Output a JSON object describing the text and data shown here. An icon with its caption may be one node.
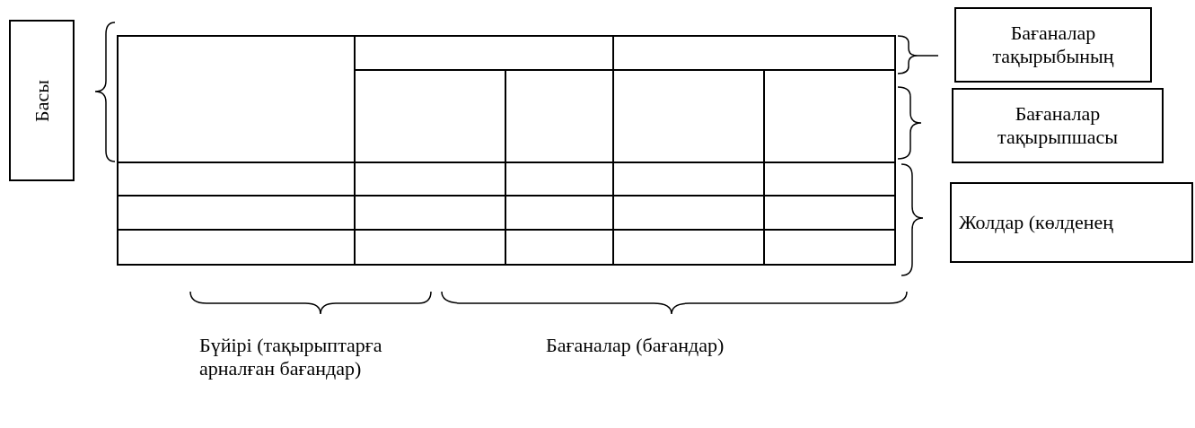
{
  "diagram": {
    "nodes": [
      {
        "text": [
          "Басы"
        ]
      },
      {
        "text": [
          "Бағаналар тақырыбының"
        ]
      },
      {
        "text": [
          "Бағаналар тақырыпшасы"
        ]
      },
      {
        "text": [
          "Жолдар (көлденең"
        ]
      }
    ],
    "labels": [
      "Бүйірі (тақырыптарға арналған бағандар)",
      "Бағаналар (бағандар)"
    ]
  }
}
